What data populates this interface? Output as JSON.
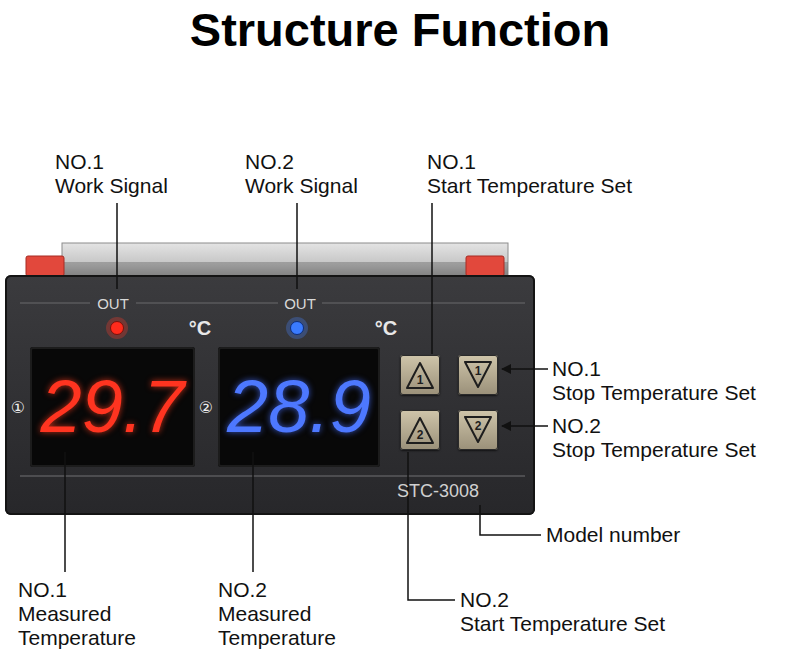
{
  "diagram": {
    "title": "Structure Function",
    "nodes": [
      {
        "text": [
          "OUT",
          "°C",
          "OUT",
          "°C",
          "①",
          "②",
          "STC-3008"
        ]
      },
      {
        "text": [
          "29.7"
        ],
        "in": 0
      },
      {
        "text": [
          "28.9"
        ],
        "in": 0
      },
      {
        "text": [
          "1"
        ],
        "in": 0
      },
      {
        "text": [
          "1"
        ],
        "in": 0
      },
      {
        "text": [
          "2"
        ],
        "in": 0
      },
      {
        "text": [
          "2"
        ],
        "in": 0
      }
    ],
    "labels": [
      "NO.1 Work Signal",
      "NO.2 Work Signal",
      "NO.1 Start Temperature Set",
      "NO.1 Stop Temperature Set",
      "NO.2 Stop Temperature Set",
      "Model number",
      "NO.1 Measured Temperature",
      "NO.2 Measured Temperature",
      "NO.2 Start Temperature Set"
    ]
  }
}
